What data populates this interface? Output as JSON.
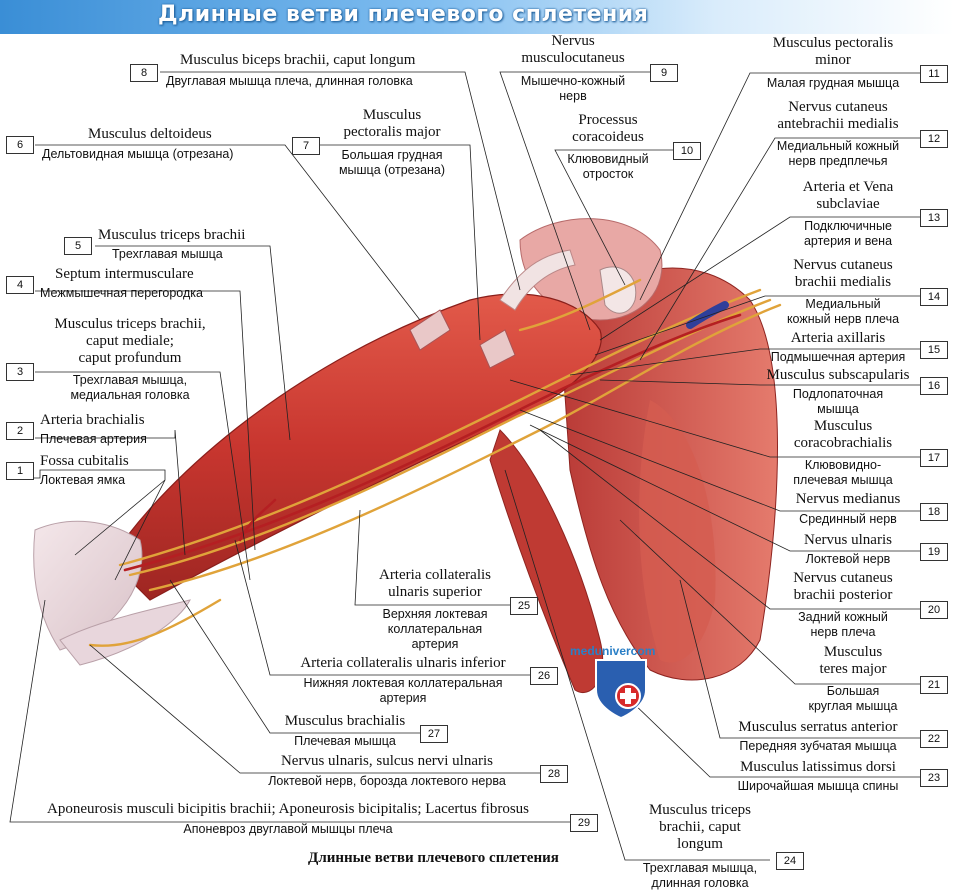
{
  "banner": {
    "title": "Длинные ветви плечевого сплетения"
  },
  "caption": "Длинные ветви плечевого сплетения",
  "watermark": {
    "text": "medunivercom",
    "logo_colors": {
      "blue": "#2a5fb0",
      "red": "#d72a2a"
    }
  },
  "colors": {
    "muscle": "#c8362f",
    "muscle_light": "#e06a5a",
    "nerve": "#e0a33a",
    "artery": "#b51f22",
    "vein": "#2f3f9a",
    "tendon": "#e9d9da"
  },
  "labels": [
    {
      "num": "1",
      "lat": "Fossa cubitalis",
      "ru": "Локтевая ямка"
    },
    {
      "num": "2",
      "lat": "Arteria brachialis",
      "ru": "Плечевая артерия"
    },
    {
      "num": "3",
      "lat": "Musculus triceps brachii,\ncaput mediale;\ncaput profundum",
      "ru": "Трехглавая мышца,\nмедиальная головка"
    },
    {
      "num": "4",
      "lat": "Septum intermusculare",
      "ru": "Межмышечная перегородка"
    },
    {
      "num": "5",
      "lat": "Musculus triceps brachii",
      "ru": "Трехглавая мышца"
    },
    {
      "num": "6",
      "lat": "Musculus deltoideus",
      "ru": "Дельтовидная мышца (отрезана)"
    },
    {
      "num": "7",
      "lat": "Musculus\npectoralis major",
      "ru": "Большая грудная\nмышца (отрезана)"
    },
    {
      "num": "8",
      "lat": "Musculus biceps brachii, caput longum",
      "ru": "Двуглавая мышца плеча, длинная головка"
    },
    {
      "num": "9",
      "lat": "Nervus\nmusculocutaneus",
      "ru": "Мышечно-кожный\nнерв"
    },
    {
      "num": "10",
      "lat": "Processus\ncoracoideus",
      "ru": "Клювовидный\nотросток"
    },
    {
      "num": "11",
      "lat": "Musculus pectoralis\nminor",
      "ru": "Малая грудная мышца"
    },
    {
      "num": "12",
      "lat": "Nervus cutaneus\nantebrachii medialis",
      "ru": "Медиальный кожный\nнерв предплечья"
    },
    {
      "num": "13",
      "lat": "Arteria et Vena\nsubclaviae",
      "ru": "Подключичные\nартерия и вена"
    },
    {
      "num": "14",
      "lat": "Nervus cutaneus\nbrachii medialis",
      "ru": "Медиальный\nкожный нерв плеча"
    },
    {
      "num": "15",
      "lat": "Arteria axillaris",
      "ru": "Подмышечная артерия"
    },
    {
      "num": "16",
      "lat": "Musculus subscapularis",
      "ru": "Подлопаточная\nмышца"
    },
    {
      "num": "17",
      "lat": "Musculus\ncoracobrachialis",
      "ru": "Клювовидно-\nплечевая мышца"
    },
    {
      "num": "18",
      "lat": "Nervus medianus",
      "ru": "Срединный нерв"
    },
    {
      "num": "19",
      "lat": "Nervus ulnaris",
      "ru": "Локтевой нерв"
    },
    {
      "num": "20",
      "lat": "Nervus cutaneus\nbrachii posterior",
      "ru": "Задний кожный\nнерв плеча"
    },
    {
      "num": "21",
      "lat": "Musculus\nteres major",
      "ru": "Большая\nкруглая мышца"
    },
    {
      "num": "22",
      "lat": "Musculus serratus anterior",
      "ru": "Передняя зубчатая мышца"
    },
    {
      "num": "23",
      "lat": "Musculus latissimus dorsi",
      "ru": "Широчайшая мышца спины"
    },
    {
      "num": "24",
      "lat": "Musculus triceps\nbrachii, caput\nlongum",
      "ru": "Трехглавая мышца,\nдлинная головка"
    },
    {
      "num": "25",
      "lat": "Arteria collateralis\nulnaris superior",
      "ru": "Верхняя локтевая\nколлатеральная\nартерия"
    },
    {
      "num": "26",
      "lat": "Arteria collateralis ulnaris inferior",
      "ru": "Нижняя локтевая коллатеральная\nартерия"
    },
    {
      "num": "27",
      "lat": "Musculus brachialis",
      "ru": "Плечевая мышца"
    },
    {
      "num": "28",
      "lat": "Nervus ulnaris, sulcus nervi ulnaris",
      "ru": "Локтевой нерв, борозда локтевого нерва"
    },
    {
      "num": "29",
      "lat": "Aponeurosis musculi bicipitis brachii; Aponeurosis bicipitalis; Lacertus fibrosus",
      "ru": "Апоневроз двуглавой мышцы плеча"
    }
  ]
}
